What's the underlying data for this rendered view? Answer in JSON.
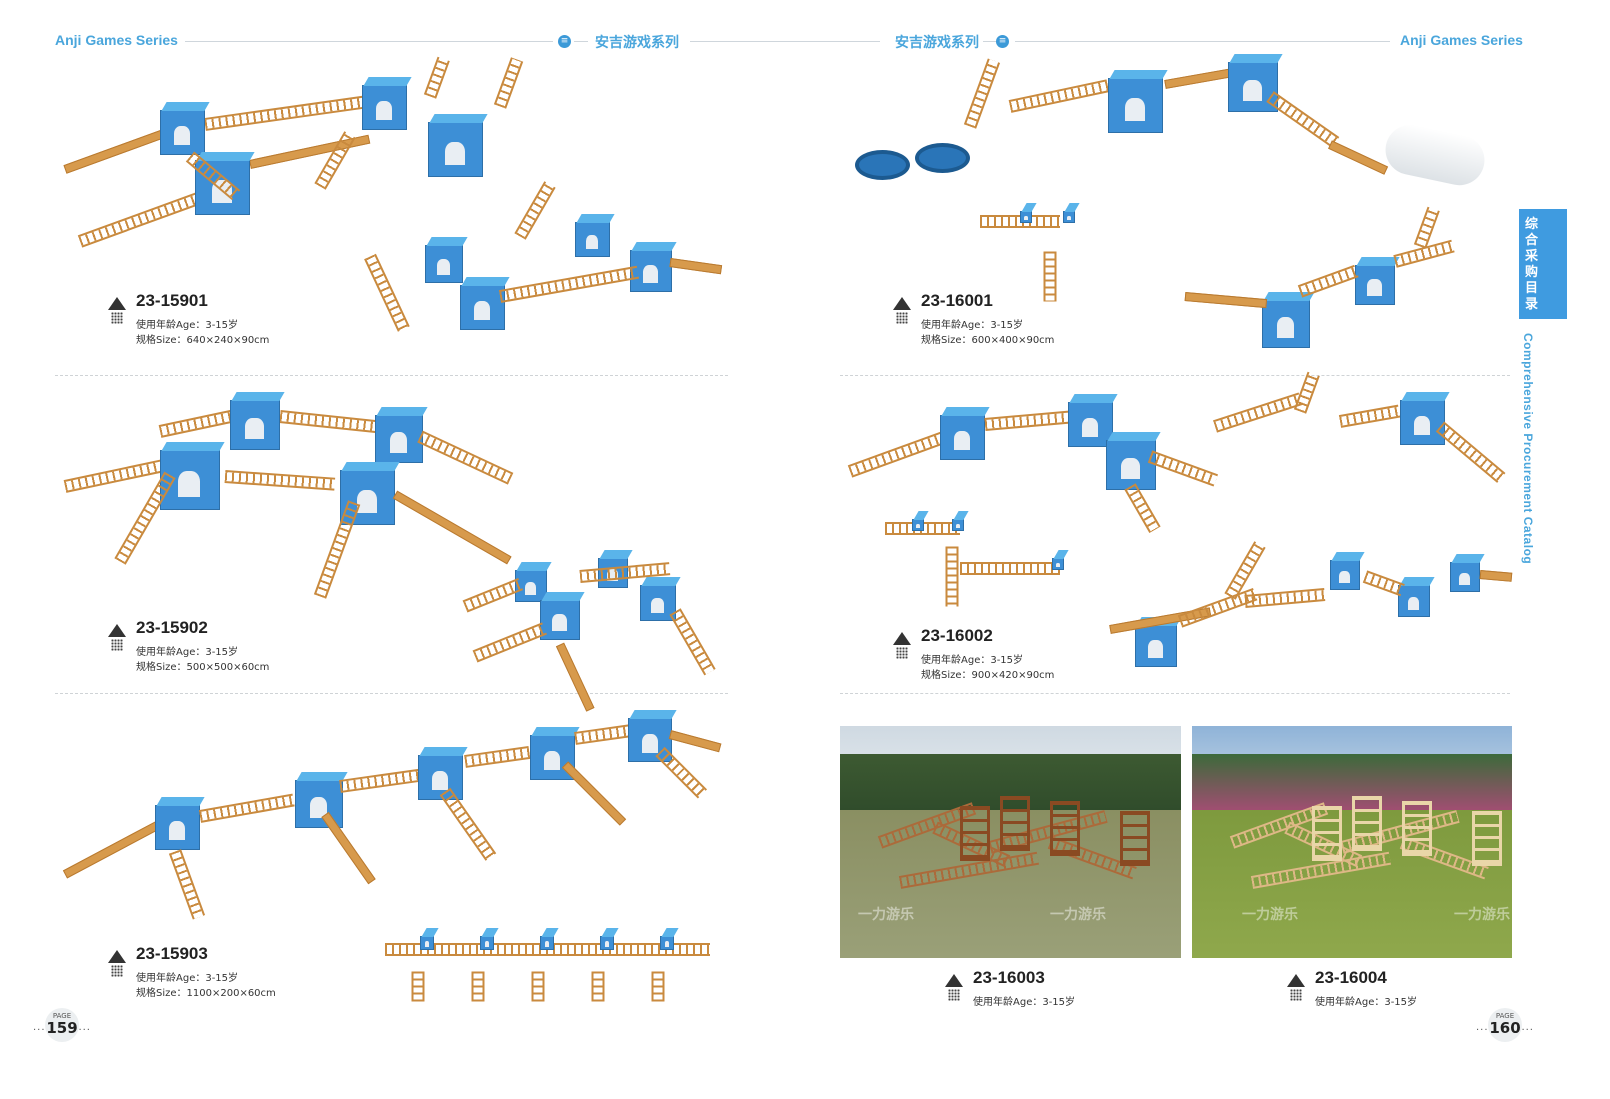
{
  "header": {
    "left_en": "Anji Games Series",
    "left_cn": "安吉游戏系列",
    "right_cn": "安吉游戏系列",
    "right_en": "Anji Games Series",
    "icon": "list-circle-icon"
  },
  "side": {
    "tab_cn": "综合采购目录",
    "catalog_en": "Comprehensive Procurement Catalog"
  },
  "products": [
    {
      "code": "23-15901",
      "age": "使用年龄Age：3-15岁",
      "size": "规格Size：640×240×90cm"
    },
    {
      "code": "23-15902",
      "age": "使用年龄Age：3-15岁",
      "size": "规格Size：500×500×60cm"
    },
    {
      "code": "23-15903",
      "age": "使用年龄Age：3-15岁",
      "size": "规格Size：1100×200×60cm"
    },
    {
      "code": "23-16001",
      "age": "使用年龄Age：3-15岁",
      "size": "规格Size：600×400×90cm"
    },
    {
      "code": "23-16002",
      "age": "使用年龄Age：3-15岁",
      "size": "规格Size：900×420×90cm"
    },
    {
      "code": "23-16003",
      "age": "使用年龄Age：3-15岁"
    },
    {
      "code": "23-16004",
      "age": "使用年龄Age：3-15岁"
    }
  ],
  "photos": {
    "watermark": "一力游乐"
  },
  "pages": {
    "label": "PAGE",
    "left": "159",
    "right": "160",
    "dots": "..."
  }
}
